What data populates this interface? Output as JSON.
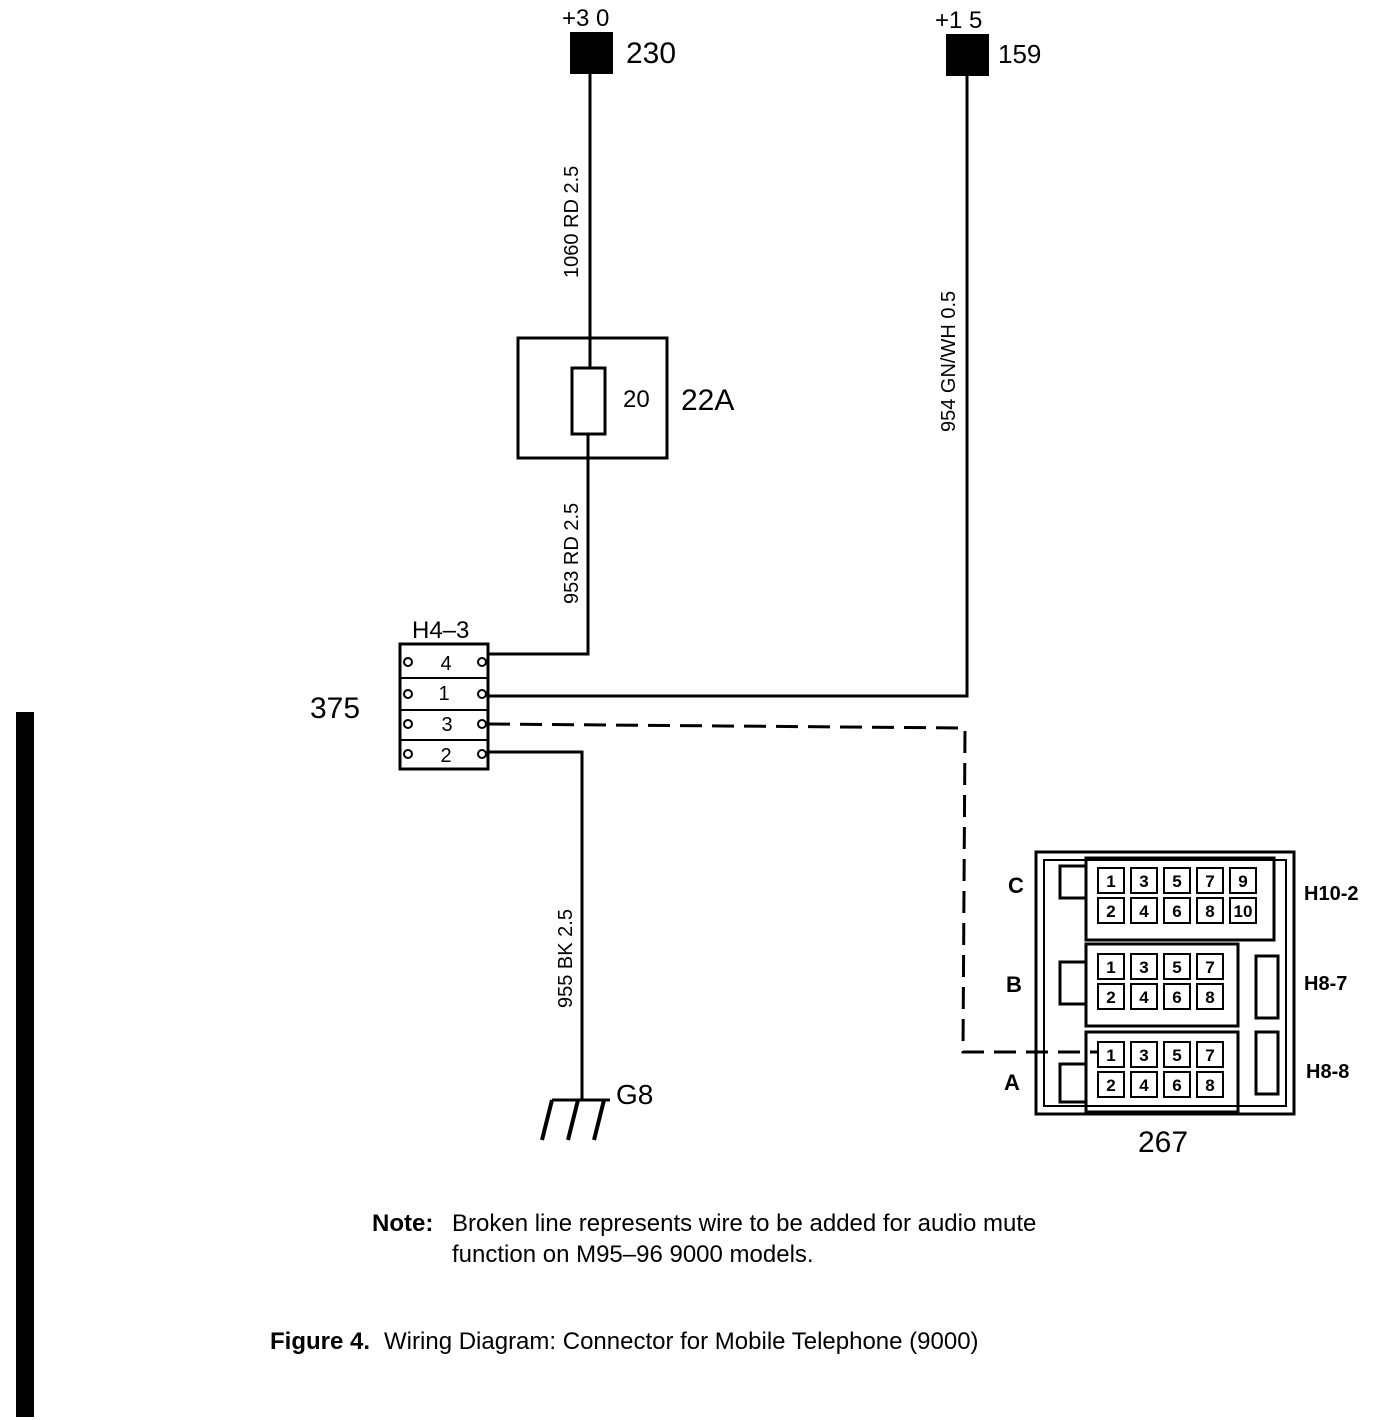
{
  "supplies": {
    "plus30": {
      "label": "+3 0",
      "number": "230"
    },
    "plus15": {
      "label": "+1 5",
      "number": "159"
    }
  },
  "fuse": {
    "rating": "20",
    "id": "22A"
  },
  "wires": {
    "w1060": "1060  RD 2.5",
    "w954": "954  GN/WH  0.5",
    "w953": "953  RD 2.5",
    "w955": "955  BK 2.5"
  },
  "connector375": {
    "id": "375",
    "housing": "H4–3",
    "pins": [
      "4",
      "1",
      "3",
      "2"
    ]
  },
  "ground": {
    "id": "G8"
  },
  "connector267": {
    "id": "267",
    "rows": [
      {
        "letter": "C",
        "housing": "H10-2",
        "pins_top": [
          "1",
          "3",
          "5",
          "7",
          "9"
        ],
        "pins_bottom": [
          "2",
          "4",
          "6",
          "8",
          "10"
        ]
      },
      {
        "letter": "B",
        "housing": "H8-7",
        "pins_top": [
          "1",
          "3",
          "5",
          "7"
        ],
        "pins_bottom": [
          "2",
          "4",
          "6",
          "8"
        ]
      },
      {
        "letter": "A",
        "housing": "H8-8",
        "pins_top": [
          "1",
          "3",
          "5",
          "7"
        ],
        "pins_bottom": [
          "2",
          "4",
          "6",
          "8"
        ]
      }
    ]
  },
  "note": {
    "label": "Note:",
    "text": "Broken line represents wire to be added for audio mute function on M95–96 9000 models."
  },
  "caption": {
    "label": "Figure 4.",
    "text": "Wiring Diagram:  Connector for Mobile Telephone (9000)"
  }
}
